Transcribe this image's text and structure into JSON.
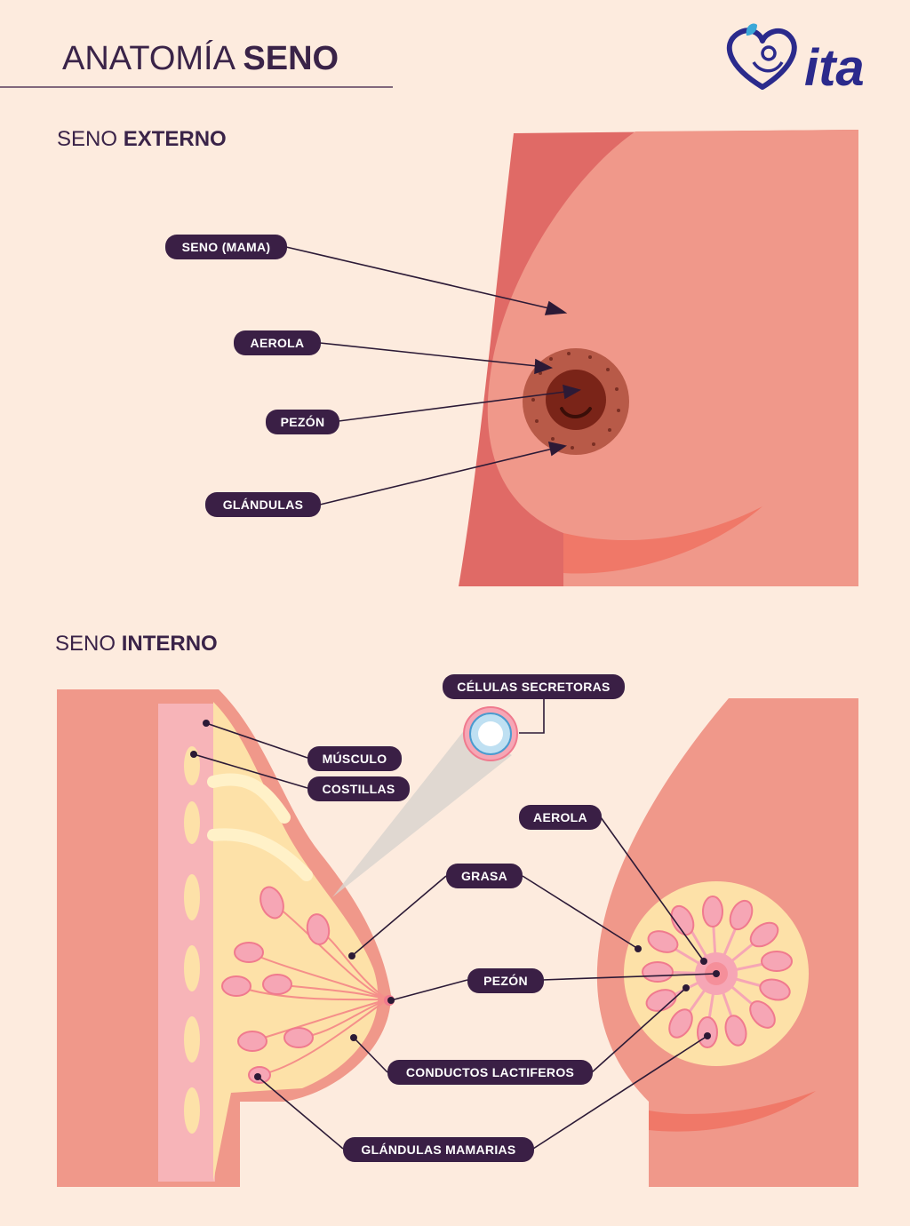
{
  "header": {
    "title_light": "ANATOMÍA ",
    "title_bold": "SENO",
    "logo_text": "ita"
  },
  "external": {
    "title_light": "SENO ",
    "title_bold": "EXTERNO",
    "labels": {
      "seno": "SENO (MAMA)",
      "aerola": "AEROLA",
      "pezon": "PEZÓN",
      "glandulas": "GLÁNDULAS"
    }
  },
  "internal": {
    "title_light": "SENO ",
    "title_bold": "INTERNO",
    "labels": {
      "celulas": "CÉLULAS SECRETORAS",
      "musculo": "MÚSCULO",
      "costillas": "COSTILLAS",
      "aerola": "AEROLA",
      "grasa": "GRASA",
      "pezon": "PEZÓN",
      "conductos": "CONDUCTOS LACTIFEROS",
      "glandulas_mamarias": "GLÁNDULAS MAMARIAS"
    }
  },
  "colors": {
    "background": "#fdebde",
    "skin": "#f0988a",
    "skin_dark": "#e06a66",
    "label_bg": "#3a1f45",
    "areola": "#b85a48",
    "nipple": "#7a2418",
    "fat": "#fde1a8",
    "gland": "#f6a6b5",
    "logo": "#2b2a8c"
  }
}
